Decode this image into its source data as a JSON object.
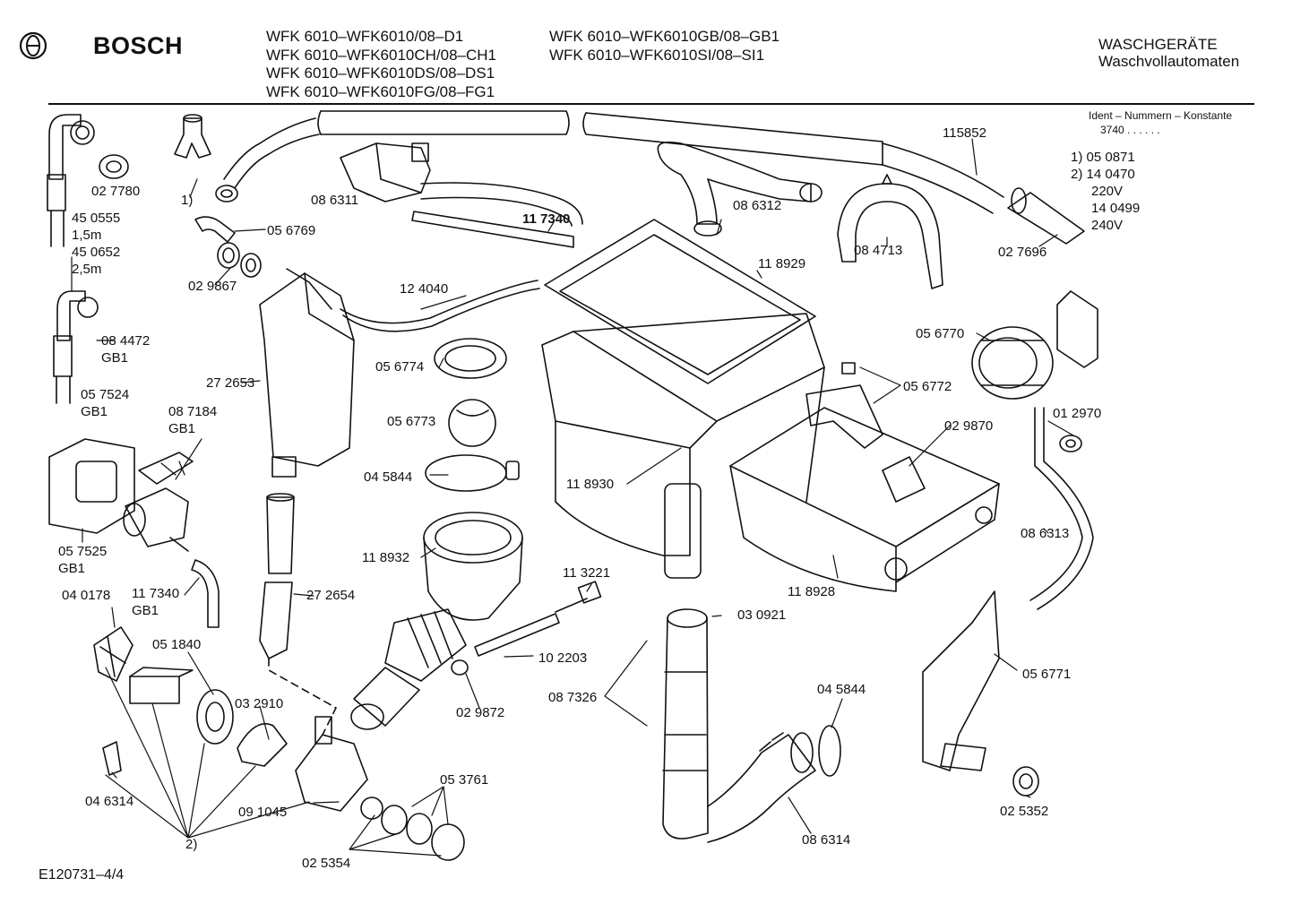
{
  "header": {
    "brand": "BOSCH",
    "models_left": [
      "WFK 6010–WFK6010/08–D1",
      "WFK 6010–WFK6010CH/08–CH1",
      "WFK 6010–WFK6010DS/08–DS1",
      "WFK 6010–WFK6010FG/08–FG1"
    ],
    "models_right": [
      "WFK 6010–WFK6010GB/08–GB1",
      "WFK 6010–WFK6010SI/08–SI1"
    ],
    "category": "WASCHGERÄTE",
    "subcategory": "Waschvollautomaten"
  },
  "ident": {
    "title": "Ident – Nummern – Konstante",
    "value": "3740 . . . . . ."
  },
  "legend": [
    "1)  05 0871",
    "2)  14 0470",
    "220V",
    "14 0499",
    "240V"
  ],
  "parts": {
    "p027780": "02 7780",
    "p450555": "45 0555",
    "len15": "1,5m",
    "p450652": "45 0652",
    "len25": "2,5m",
    "note1": "1)",
    "p056769": "05 6769",
    "p029867": "02 9867",
    "p086311": "08 6311",
    "p117340b": "11 7340",
    "p086312": "08 6312",
    "p115852": "115852",
    "p084713": "08 4713",
    "p027696": "02 7696",
    "p084472": "08 4472",
    "gb_a": "GB1",
    "p124040": "12 4040",
    "p118929": "11 8929",
    "p056770": "05 6770",
    "p272653": "27 2653",
    "p056774": "05 6774",
    "p056772": "05 6772",
    "p057524": "05 7524",
    "gb_b": "GB1",
    "p087184": "08 7184",
    "gb_c": "GB1",
    "p056773": "05 6773",
    "p029870": "02 9870",
    "p012970": "01 2970",
    "p045844a": "04 5844",
    "p118930": "11 8930",
    "p086313": "08 6313",
    "p057525": "05 7525",
    "gb_d": "GB1",
    "p118932": "11 8932",
    "p113221": "11 3221",
    "p272654": "27 2654",
    "p118928": "11 8928",
    "p040178": "04 0178",
    "p117340": "11 7340",
    "gb_e": "GB1",
    "p030921": "03 0921",
    "p051840": "05 1840",
    "p102203": "10 2203",
    "p056771": "05 6771",
    "p087326": "08 7326",
    "p032910": "03 2910",
    "p029872": "02 9872",
    "p045844b": "04 5844",
    "p046314": "04 6314",
    "p053761": "05 3761",
    "p091045": "09 1045",
    "p025352": "02 5352",
    "p086314": "08 6314",
    "note2": "2)",
    "p025354": "02 5354"
  },
  "footer": {
    "code": "E120731–4/4"
  }
}
